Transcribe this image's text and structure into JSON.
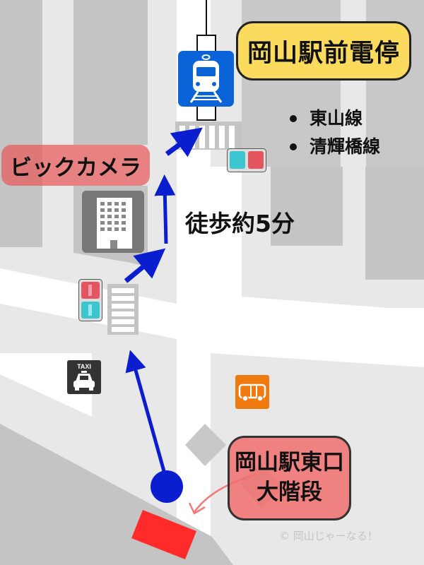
{
  "map": {
    "title": "岡山駅前電停 walking route",
    "colors": {
      "building": "#c4c4c4",
      "ground": "#e8e8e8",
      "road": "#ffffff",
      "route": "#0a1ed0",
      "station_label_bg": "#fbdb5e",
      "bic_label_bg": "#e85a5a",
      "exit_label_bg": "#f06e6e",
      "exit_marker": "#ff2a2a",
      "tram_icon_bg": "#0a64d8",
      "bus_icon_bg": "#ef7a10",
      "taxi_icon_bg": "#333333"
    }
  },
  "labels": {
    "station": "岡山駅前電停",
    "lines": [
      "東山線",
      "清輝橋線"
    ],
    "bic_camera": "ビックカメラ",
    "walk_time": "徒歩約5分",
    "exit_line1": "岡山駅東口",
    "exit_line2": "大階段",
    "copyright": "© 岡山じゃーなる！"
  },
  "icons": {
    "tram": "tram-icon",
    "building": "building-icon",
    "taxi": "taxi-icon",
    "taxi_text": "TAXI",
    "bus": "bus-icon",
    "ped_signal": "pedestrian-signal-icon",
    "tram_signal": "tram-signal-icon",
    "start": "start-point-icon",
    "exit_marker": "exit-marker-icon"
  }
}
